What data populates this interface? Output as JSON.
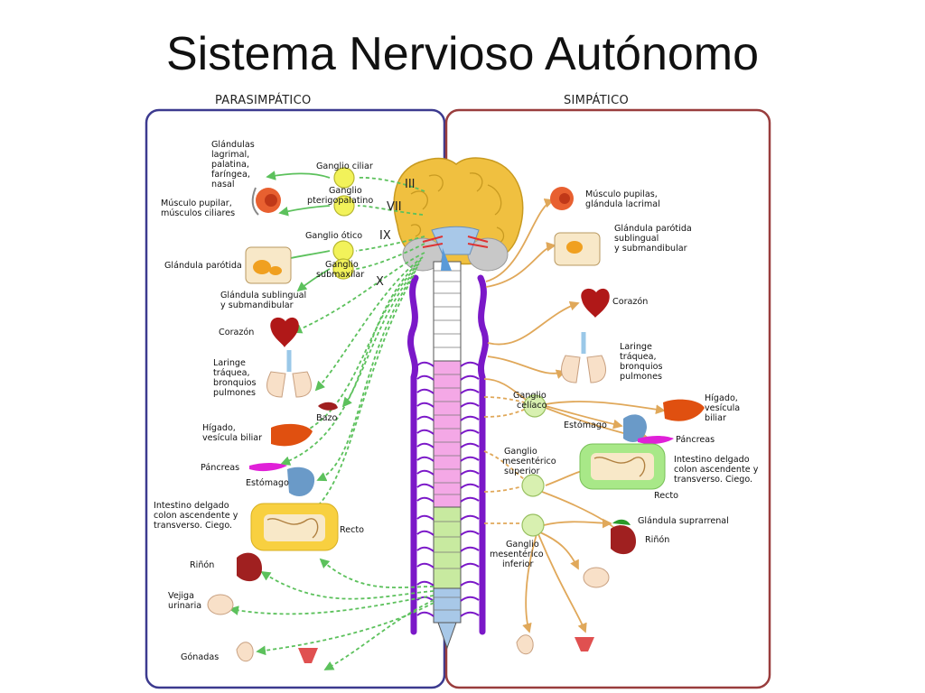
{
  "title": "Sistema Nervioso Autónomo",
  "parasympathetic": {
    "heading": "PARASIMPÁTICO",
    "ganglia": {
      "ciliar": "Ganglio ciliar",
      "pterigo_1": "Ganglio",
      "pterigo_2": "pterigopalatino",
      "otico": "Ganglio ótico",
      "submax_1": "Ganglio",
      "submax_2": "submaxilar"
    },
    "nerves": {
      "iii": "III",
      "vii": "VII",
      "ix": "IX",
      "x": "X"
    },
    "organs": {
      "glandulas_1": "Glándulas",
      "glandulas_2": "lagrimal,",
      "glandulas_3": "palatina,",
      "glandulas_4": "faríngea,",
      "glandulas_5": "nasal",
      "musculo_1": "Músculo pupilar,",
      "musculo_2": "músculos ciliares",
      "parotida": "Glándula parótida",
      "sublingual_1": "Glándula sublingual",
      "sublingual_2": "y submandibular",
      "corazon": "Corazón",
      "laringe_1": "Laringe",
      "laringe_2": "tráquea,",
      "laringe_3": "bronquios",
      "laringe_4": "pulmones",
      "bazo": "Bazo",
      "higado_1": "Hígado,",
      "higado_2": "vesícula biliar",
      "pancreas": "Páncreas",
      "estomago": "Estómago",
      "intestino_1": "Intestino delgado",
      "intestino_2": "colon ascendente y",
      "intestino_3": "transverso. Ciego.",
      "recto": "Recto",
      "rinon": "Riñón",
      "vejiga_1": "Vejiga",
      "vejiga_2": "urinaria",
      "gonadas": "Gónadas"
    }
  },
  "sympathetic": {
    "heading": "SIMPÁTICO",
    "ganglia": {
      "celiaco_1": "Ganglio",
      "celiaco_2": "celíaco",
      "mes_sup_1": "Ganglio",
      "mes_sup_2": "mesentérico",
      "mes_sup_3": "superior",
      "mes_inf_1": "Ganglio",
      "mes_inf_2": "mesentérico",
      "mes_inf_3": "inferior"
    },
    "organs": {
      "musculo_1": "Músculo pupilas,",
      "musculo_2": "glándula lacrimal",
      "parotida_1": "Glándula parótida",
      "parotida_2": "sublingual",
      "parotida_3": "y submandibular",
      "corazon": "Corazón",
      "laringe_1": "Laringe",
      "laringe_2": "tráquea,",
      "laringe_3": "bronquios",
      "laringe_4": "pulmones",
      "higado_1": "Hígado,",
      "higado_2": "vesícula",
      "higado_3": "biliar",
      "estomago": "Estómago",
      "pancreas": "Páncreas",
      "intestino_1": "Intestino delgado",
      "intestino_2": "colon ascendente y",
      "intestino_3": "transverso. Ciego.",
      "recto": "Recto",
      "suprarrenal": "Glándula suprarrenal",
      "rinon": "Riñón"
    }
  },
  "colors": {
    "parasympathetic_frame": "#3c3a8f",
    "sympathetic_frame": "#993d3d",
    "parasympathetic_fibers": "#5cc15c",
    "sympathetic_fibers": "#e0a85a",
    "brain": "#f0c040",
    "chain": "#7b18c8",
    "cord_cervical": "#ffffff",
    "cord_thoracic": "#f4a8e6",
    "cord_lumbar": "#c8eaa0",
    "ganglion": "#f2f25a"
  }
}
